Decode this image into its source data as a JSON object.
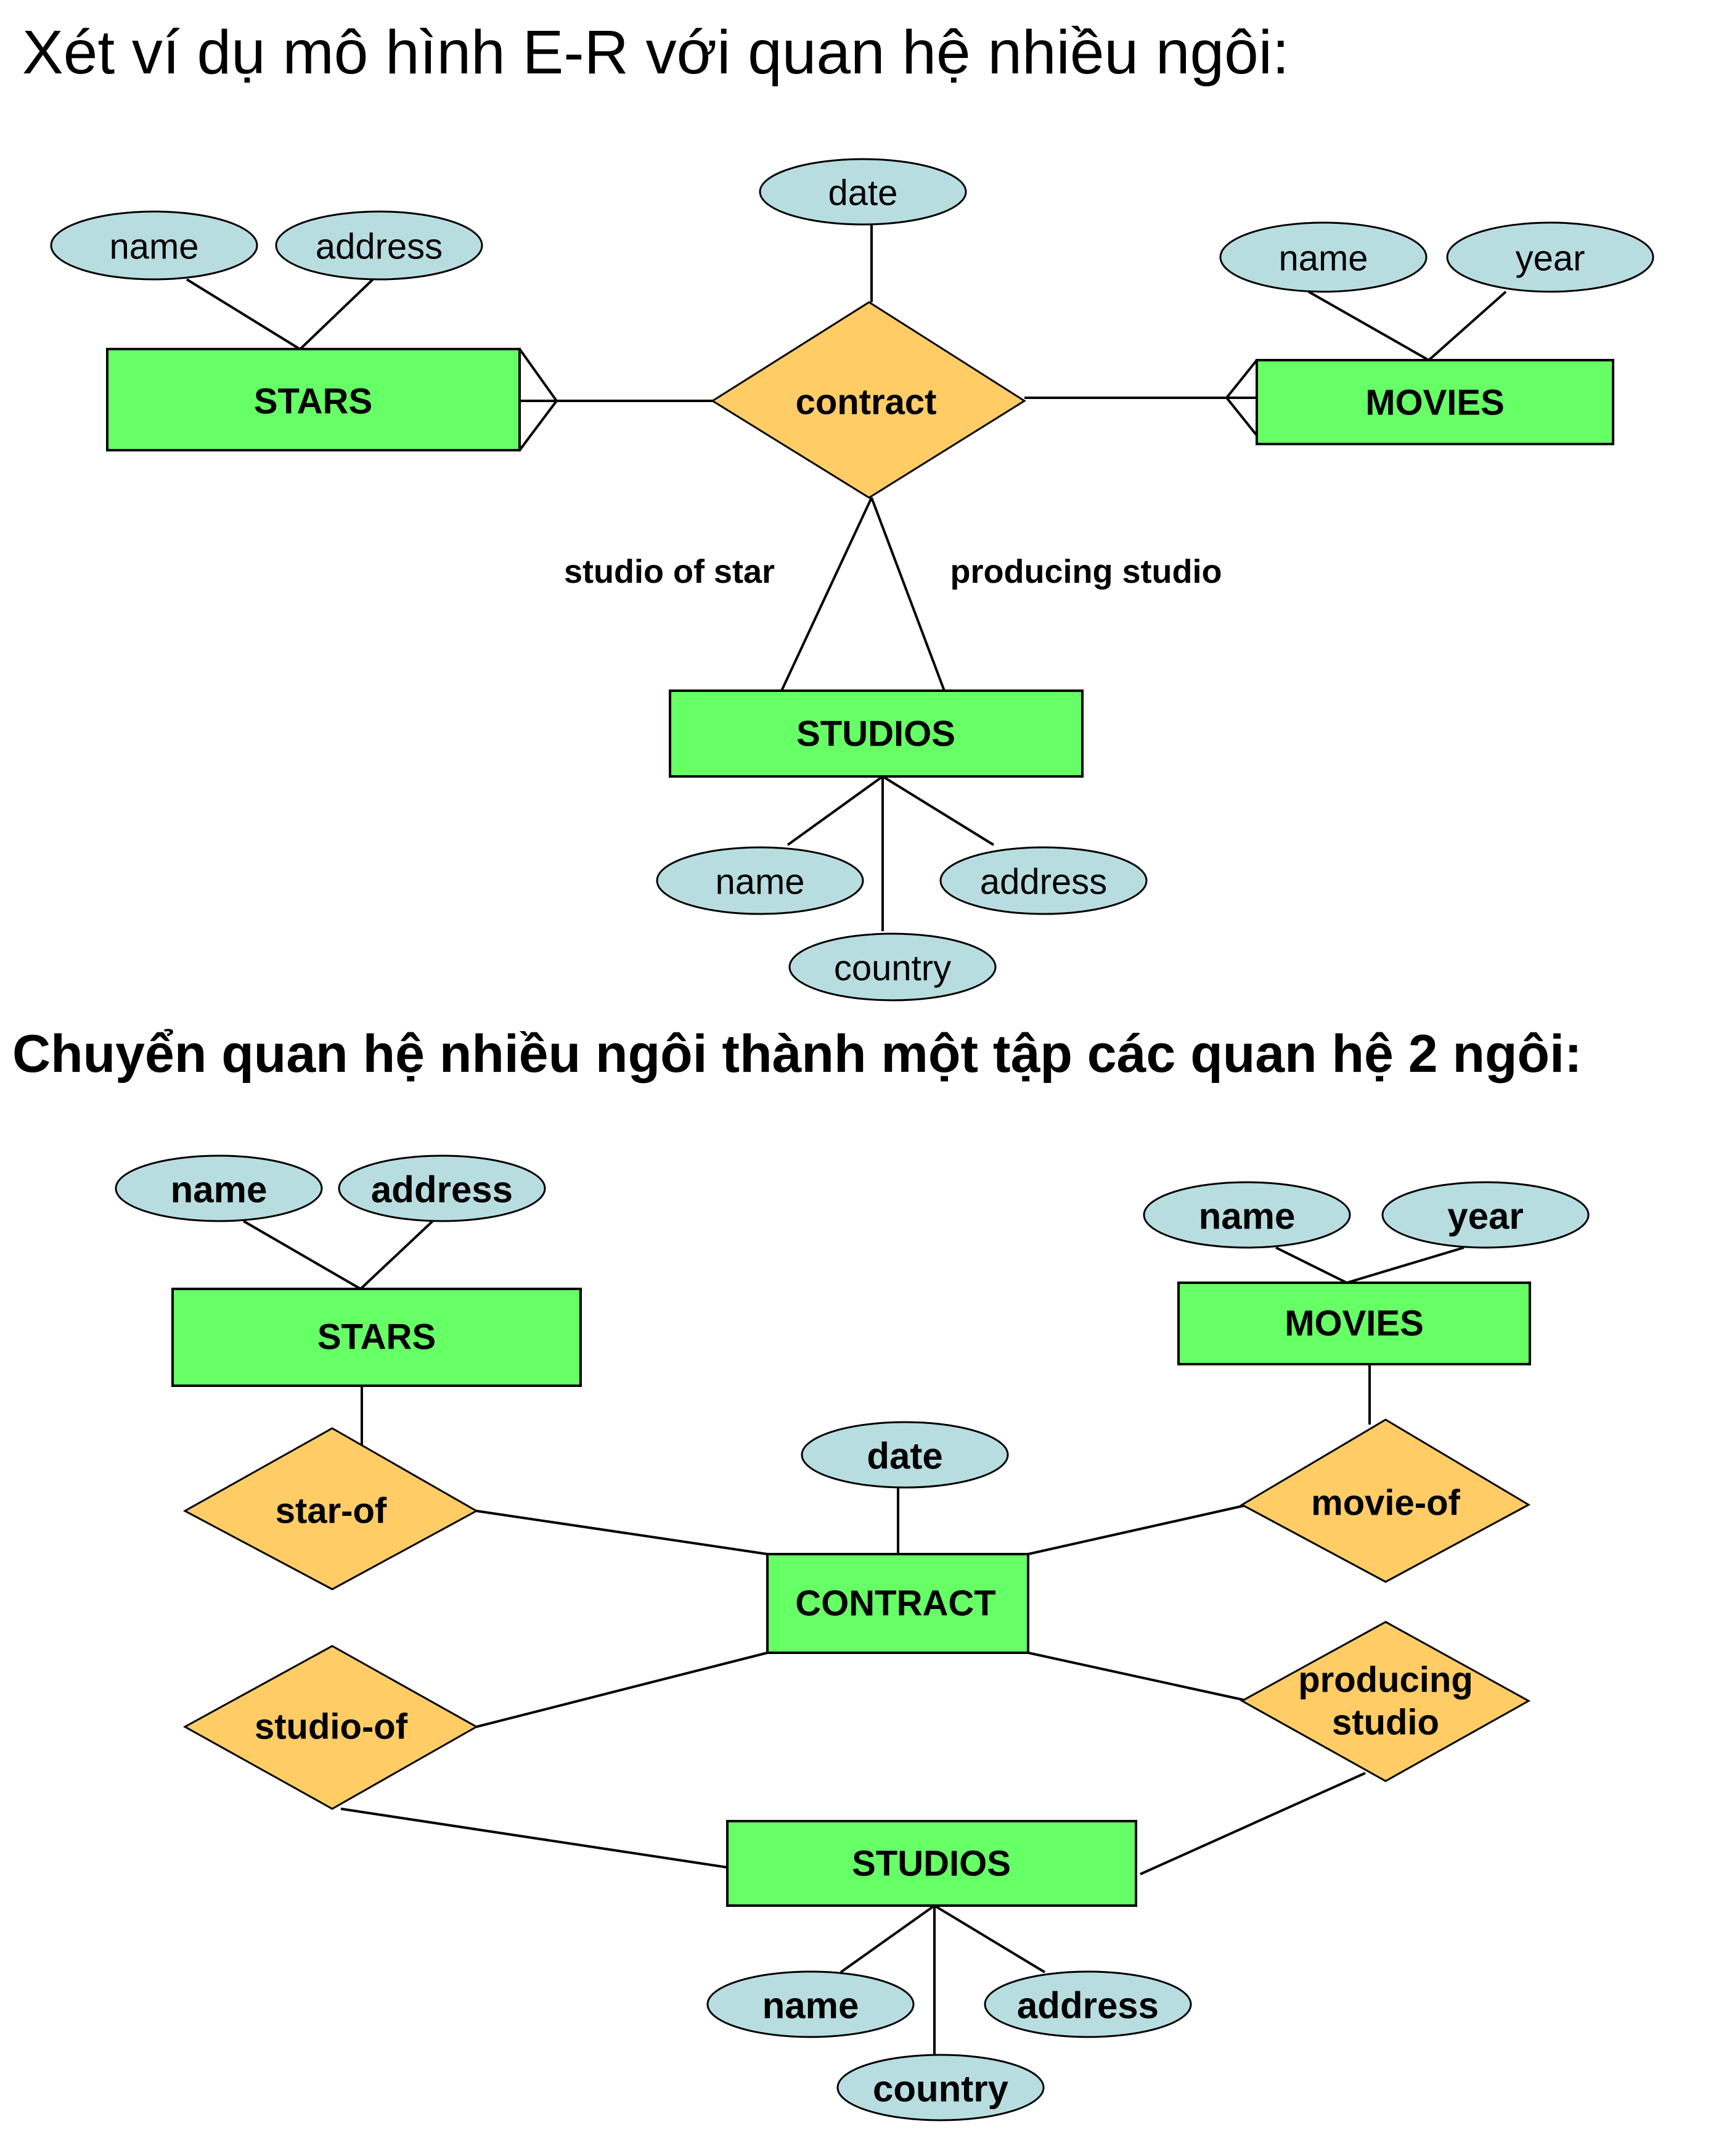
{
  "title": "Xét ví dụ mô hình E-R với quan hệ nhiều ngôi:",
  "subtitle": "Chuyển quan hệ nhiều ngôi thành một tập các quan hệ 2 ngôi:",
  "diagram1": {
    "stars": {
      "label": "STARS",
      "attrs": {
        "name": "name",
        "address": "address"
      }
    },
    "movies": {
      "label": "MOVIES",
      "attrs": {
        "name": "name",
        "year": "year"
      }
    },
    "studios": {
      "label": "STUDIOS",
      "attrs": {
        "name": "name",
        "address": "address",
        "country": "country"
      }
    },
    "contract": {
      "label": "contract",
      "attrs": {
        "date": "date"
      }
    },
    "roles": {
      "studio_of_star": "studio of star",
      "producing_studio": "producing studio"
    }
  },
  "diagram2": {
    "stars": {
      "label": "STARS",
      "attrs": {
        "name": "name",
        "address": "address"
      }
    },
    "movies": {
      "label": "MOVIES",
      "attrs": {
        "name": "name",
        "year": "year"
      }
    },
    "contract": {
      "label": "CONTRACT",
      "attrs": {
        "date": "date"
      }
    },
    "studios": {
      "label": "STUDIOS",
      "attrs": {
        "name": "name",
        "address": "address",
        "country": "country"
      }
    },
    "relationships": {
      "star_of": "star-of",
      "movie_of": "movie-of",
      "studio_of": "studio-of",
      "producing_studio_line1": "producing",
      "producing_studio_line2": "studio"
    }
  },
  "colors": {
    "entity_fill": "#66ff66",
    "relationship_fill": "#ffcc66",
    "attribute_fill": "#b8dde0",
    "stroke": "#000000"
  }
}
